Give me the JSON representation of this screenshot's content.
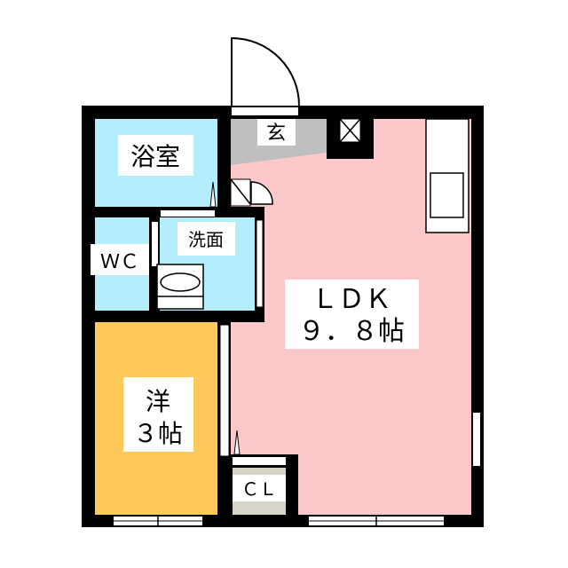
{
  "rooms": {
    "bath": {
      "label": "浴室",
      "color": "#b3eefa"
    },
    "genkan": {
      "label": "玄",
      "color": "#bfbfbf"
    },
    "washroom": {
      "label": "洗面",
      "color": "#b3eefa"
    },
    "wc": {
      "label": "ＷＣ",
      "color": "#b3eefa"
    },
    "ldk": {
      "label": "ＬＤＫ",
      "size": "９．８帖",
      "color": "#fdc8c9"
    },
    "western": {
      "label": "洋",
      "size": "３帖",
      "color": "#fec95a"
    },
    "closet": {
      "label": "ＣＬ",
      "color": "#d6d3c7"
    }
  },
  "wall_color": "#000000"
}
